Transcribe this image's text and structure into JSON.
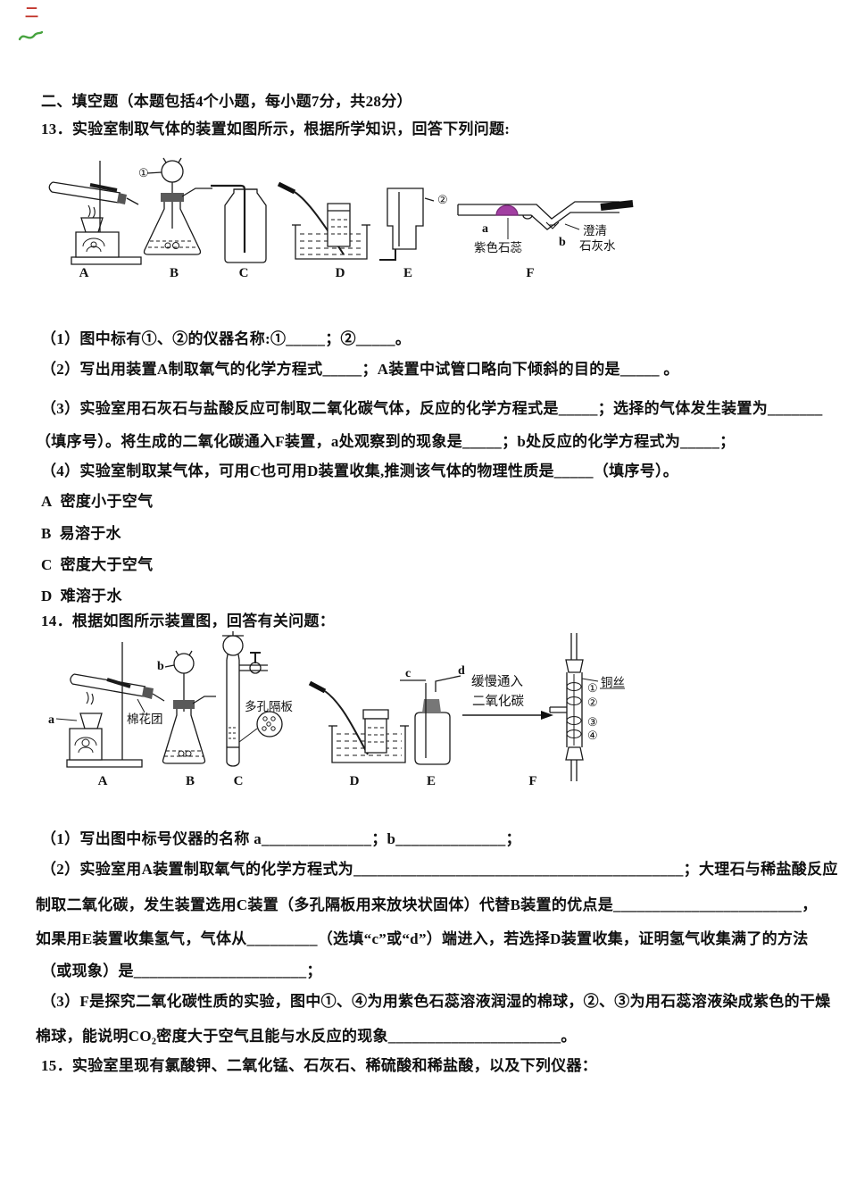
{
  "marks": {
    "red": "二"
  },
  "section": {
    "header": "二、填空题（本题包括4个小题，每小题7分，共28分）"
  },
  "q13": {
    "stem": "13．实验室制取气体的装置如图所示，根据所学知识，回答下列问题:",
    "fig": {
      "callout_1": "①",
      "callout_2": "②",
      "labels": [
        "A",
        "B",
        "C",
        "D",
        "E",
        "F"
      ],
      "point_a": "a",
      "point_b": "b",
      "litmus_label": "紫色石蕊",
      "limewater_1": "澄清",
      "limewater_2": "石灰水",
      "litmus_color": "#a23fa2"
    },
    "sub1": "（1）图中标有①、②的仪器名称:①_____；②_____。",
    "sub2": "（2）写出用装置A制取氧气的化学方程式_____；A装置中试管口略向下倾斜的目的是_____ 。",
    "sub3a": "（3）实验室用石灰石与盐酸反应可制取二氧化碳气体，反应的化学方程式是_____；选择的气体发生装置为_______",
    "sub3b": "（填序号）。将生成的二氧化碳通入F装置，a处观察到的现象是_____；b处反应的化学方程式为_____；",
    "sub4": "（4）实验室制取某气体，可用C也可用D装置收集,推测该气体的物理性质是_____（填序号）。",
    "options": [
      {
        "key": "A",
        "text": "密度小于空气"
      },
      {
        "key": "B",
        "text": "易溶于水"
      },
      {
        "key": "C",
        "text": "密度大于空气"
      },
      {
        "key": "D",
        "text": "难溶于水"
      }
    ]
  },
  "q14": {
    "stem": "14．根据如图所示装置图，回答有关问题：",
    "fig": {
      "labels": [
        "A",
        "B",
        "C",
        "D",
        "E",
        "F"
      ],
      "point_a": "a",
      "point_b": "b",
      "point_c": "c",
      "point_d": "d",
      "cotton_label": "棉花团",
      "porous_label": "多孔隔板",
      "flow_1": "缓慢通入",
      "flow_2": "二氧化碳",
      "copper_label": "铜丝",
      "ball_1": "①",
      "ball_2": "②",
      "ball_3": "③",
      "ball_4": "④"
    },
    "sub1": "（1）写出图中标号仪器的名称 a______________；b______________；",
    "sub2a": "（2）实验室用A装置制取氧气的化学方程式为__________________________________________；大理石与稀盐酸反应",
    "sub2b": "制取二氧化碳，发生装置选用C装置（多孔隔板用来放块状固体）代替B装置的优点是________________________，",
    "sub2c": "如果用E装置收集氢气，气体从_________（选填“c”或“d”）端进入，若选择D装置收集，证明氢气收集满了的方法",
    "sub2d": "（或现象）是______________________；",
    "sub3a": "（3）F是探究二氧化碳性质的实验，图中①、④为用紫色石蕊溶液润湿的棉球，②、③为用石蕊溶液染成紫色的干燥",
    "sub3b": "棉球，能说明CO₂密度大于空气且能与水反应的现象______________________。",
    "arrow_color": "#111111"
  },
  "q15": {
    "stem": "15．实验室里现有氯酸钾、二氧化锰、石灰石、稀硫酸和稀盐酸，以及下列仪器："
  }
}
